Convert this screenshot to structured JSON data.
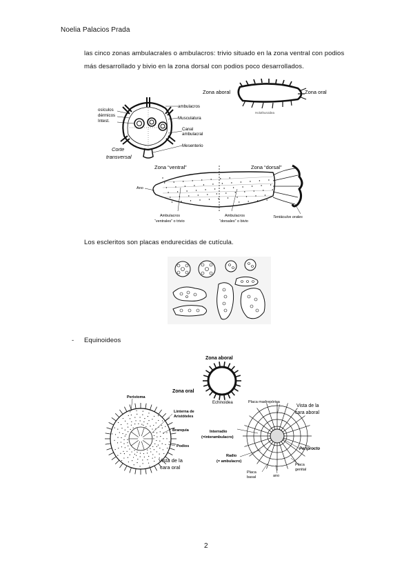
{
  "header": {
    "author": "Noelia Palacios Prada"
  },
  "body": {
    "para1_line1": "las cinco zonas ambulacrales o ambulacros: trivio situado en la zona ventral con podios",
    "para1_line2": "más desarrollado y bivio en la zona dorsal con podios poco desarrollados.",
    "para2": "Los escleritos son placas endurecidas de cutícula.",
    "list_item_bullet": "-",
    "list_item": "Equinoideos"
  },
  "fig_section": {
    "label_osiculos": "osículos",
    "label_dermicos": "dérmicos",
    "label_intest": "Intest.",
    "label_ambulacros": "ambulacros",
    "label_musculatura": "Musculatura",
    "label_canal": "Canal",
    "label_ambulacral": "ambulacral",
    "label_mesenterio": "Mesenterio",
    "label_corte": "Corte",
    "label_transversal": "transversal"
  },
  "fig_holo": {
    "label_aboral": "Zona aboral",
    "label_oral": "Zona oral",
    "caption": "Holothuroidea"
  },
  "fig_zones": {
    "label_ventral": "Zona “ventral”",
    "label_dorsal": "Zona “dorsal”",
    "label_ano": "Ano",
    "label_tentaculos": "Tentáculos orales",
    "label_amb_v1": "Ambulacros",
    "label_amb_v2": "“ventrales” o trivio",
    "label_amb_d1": "Ambulacros",
    "label_amb_d2": "“dorsales” o bivio"
  },
  "fig_echi": {
    "label_aboral": "Zona aboral",
    "label_oral": "Zona oral",
    "caption": "Echinoidea"
  },
  "fig_oral": {
    "label_peristoma": "Peristoma",
    "label_linterna1": "Linterna de",
    "label_linterna2": "Aristóteles",
    "label_branquia": "Branquia",
    "label_podios": "Podios",
    "label_vista1": "Vista de la",
    "label_vista2": "cara oral"
  },
  "fig_aboral": {
    "label_placa_madre": "Placa madrepórica",
    "label_vista1": "Vista de la",
    "label_vista2": "cara aboral",
    "label_interradio1": "Interradio",
    "label_interradio2": "(=interambulacro)",
    "label_periprocto": "Periprocto",
    "label_radio1": "Radio",
    "label_radio2": "(= ambulacro)",
    "label_placa_genital1": "Placa",
    "label_placa_genital2": "genital",
    "label_placa_basal1": "Placa",
    "label_placa_basal2": "basal",
    "label_ano": "ano"
  },
  "footer": {
    "page_number": "2"
  }
}
